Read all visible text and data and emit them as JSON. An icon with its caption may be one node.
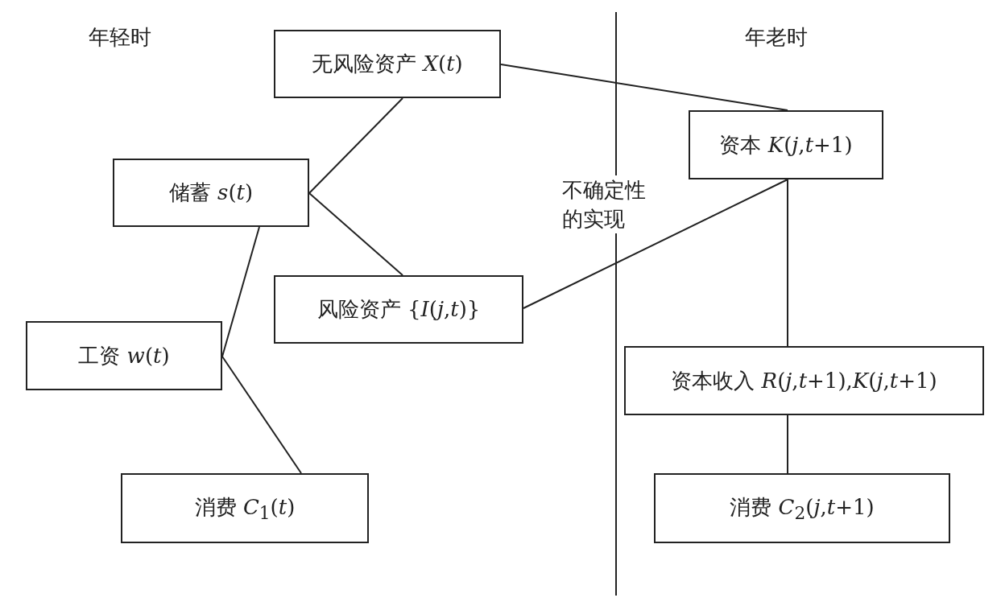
{
  "diagram": {
    "nodes": [
      {
        "text": [
          "无风险资产 *X*(*t*)"
        ]
      },
      {
        "text": [
          "储蓄 *s*(*t*)"
        ]
      },
      {
        "text": [
          "风险资产 {*I*(*j*,*t*)}"
        ]
      },
      {
        "text": [
          "工资 *w*(*t*)"
        ]
      },
      {
        "text": [
          "消费 *C*$_{1}$(*t*)"
        ]
      },
      {
        "text": [
          "资本 *K*(*j*,*t*+1)"
        ]
      },
      {
        "text": [
          "资本收入 *R*(*j*,*t*+1),*K*(*j*,*t*+1)"
        ]
      },
      {
        "text": [
          "消费 *C*$_{2}$(*j*,*t*+1)"
        ]
      }
    ],
    "edges": [
      {
        "from": 1,
        "to": 0,
        "arrow": "none"
      },
      {
        "from": 1,
        "to": 2,
        "arrow": "none"
      },
      {
        "from": 3,
        "to": 1,
        "arrow": "none"
      },
      {
        "from": 3,
        "to": 4,
        "arrow": "none"
      },
      {
        "from": 0,
        "to": 5,
        "arrow": "none"
      },
      {
        "from": 2,
        "to": 5,
        "arrow": "none"
      },
      {
        "from": 5,
        "to": 6,
        "arrow": "none"
      },
      {
        "from": 6,
        "to": 7,
        "arrow": "none"
      }
    ],
    "labels": [
      "年轻时",
      "年老时",
      "不确定性的实现"
    ]
  }
}
